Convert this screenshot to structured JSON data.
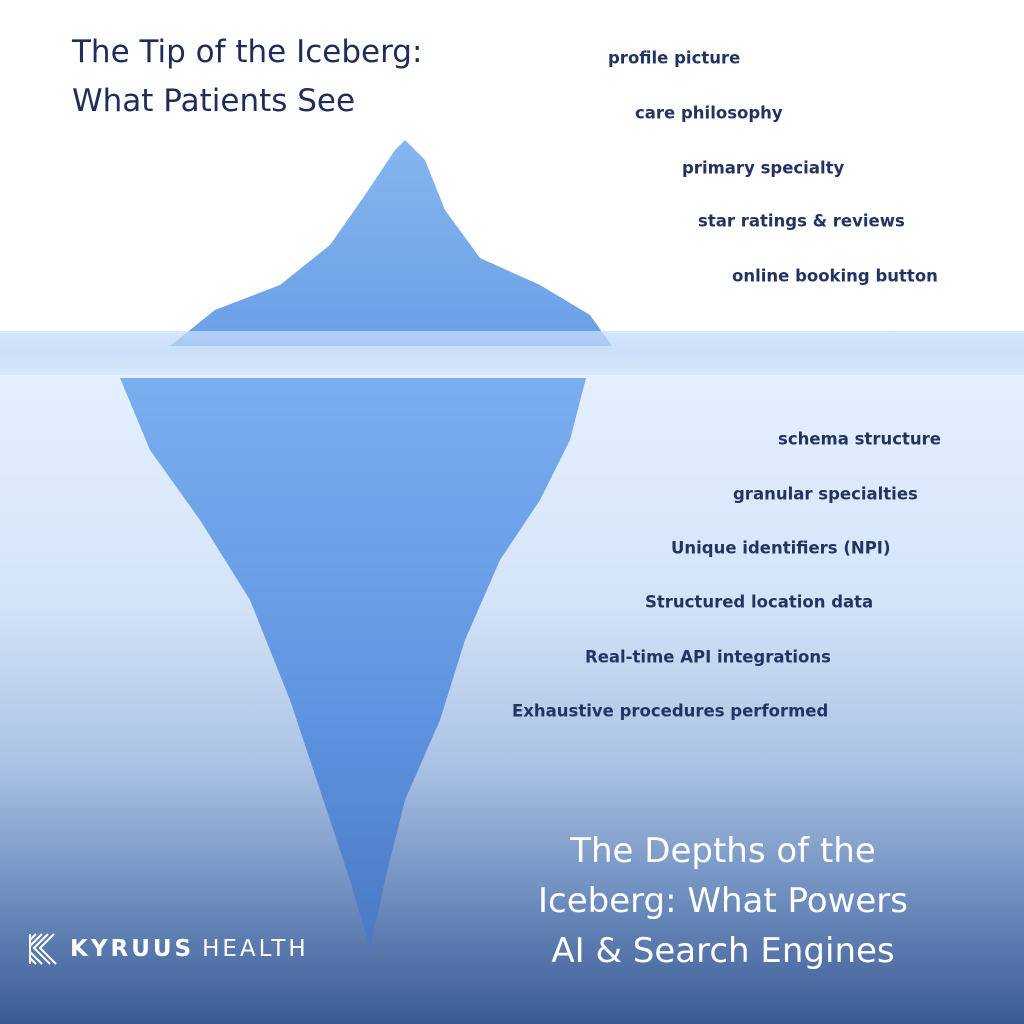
{
  "top_title": {
    "line1": "The Tip of the Iceberg:",
    "line2": "What Patients See"
  },
  "visible_items": [
    "profile picture",
    "care philosophy",
    "primary specialty",
    "star ratings & reviews",
    "online booking button"
  ],
  "hidden_items": [
    "schema structure",
    "granular specialties",
    "Unique identifiers (NPI)",
    "Structured location data",
    "Real-time API integrations",
    "Exhaustive procedures performed"
  ],
  "bottom_title": {
    "line1": "The Depths of the",
    "line2": "Iceberg: What Powers",
    "line3": "AI & Search Engines"
  },
  "logo": {
    "brand": "KYRUUS",
    "suffix": "HEALTH"
  },
  "colors": {
    "text": "#243462",
    "ice": "#6fa3e8",
    "deep_water": "#3a5a94"
  }
}
